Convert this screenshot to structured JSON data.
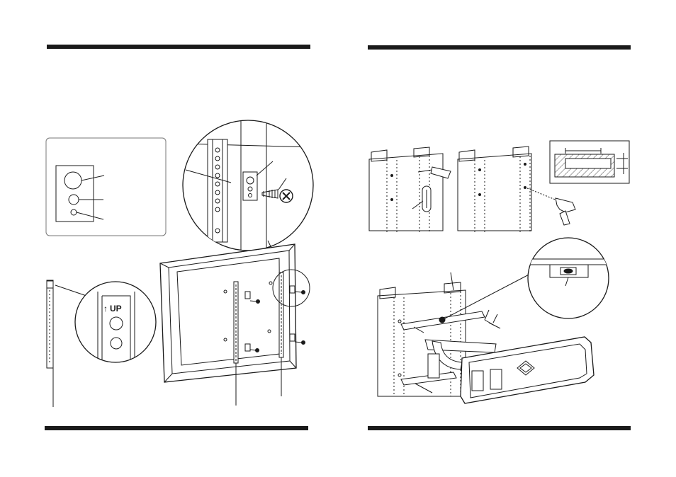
{
  "document": {
    "type": "TV wall mount installation manual spread",
    "pages": [
      {
        "side": "left",
        "figures": [
          "screw-size-reference-panel",
          "bracket-to-tv-detail-circle",
          "up-orientation-detail-circle",
          "tv-back-with-vertical-brackets"
        ]
      },
      {
        "side": "right",
        "figures": [
          "wall-stud-locating",
          "drilling-pilot-holes",
          "hole-depth-diagram",
          "mount-wall-plate-and-level"
        ]
      }
    ]
  },
  "labels": {
    "up_arrow": "↑",
    "up_text": "UP"
  },
  "colors": {
    "ink": "#1a1a1a",
    "hatch": "#555555",
    "paper": "#ffffff"
  }
}
